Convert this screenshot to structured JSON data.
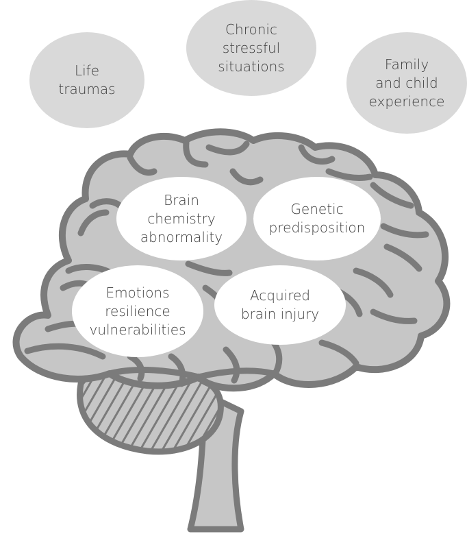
{
  "colors": {
    "brain_fill": "#c6c6c6",
    "brain_outline": "#7b7b7b",
    "outer_bubble": "#d9d9d9",
    "inner_bubble": "#ffffff",
    "text": "#3d3d3d"
  },
  "outer_factors": [
    {
      "id": "life",
      "label": "Life\ntraumas"
    },
    {
      "id": "chronic",
      "label": "Chronic\nstressful\nsituations"
    },
    {
      "id": "family",
      "label": "Family\nand child\nexperience"
    }
  ],
  "inner_factors": [
    {
      "id": "chem",
      "label": "Brain\nchemistry\nabnormality"
    },
    {
      "id": "genetic",
      "label": "Genetic\npredisposition"
    },
    {
      "id": "emotions",
      "label": "Emotions\nresilience\nvulnerabilities"
    },
    {
      "id": "acquired",
      "label": "Acquired\nbrain injury"
    }
  ]
}
